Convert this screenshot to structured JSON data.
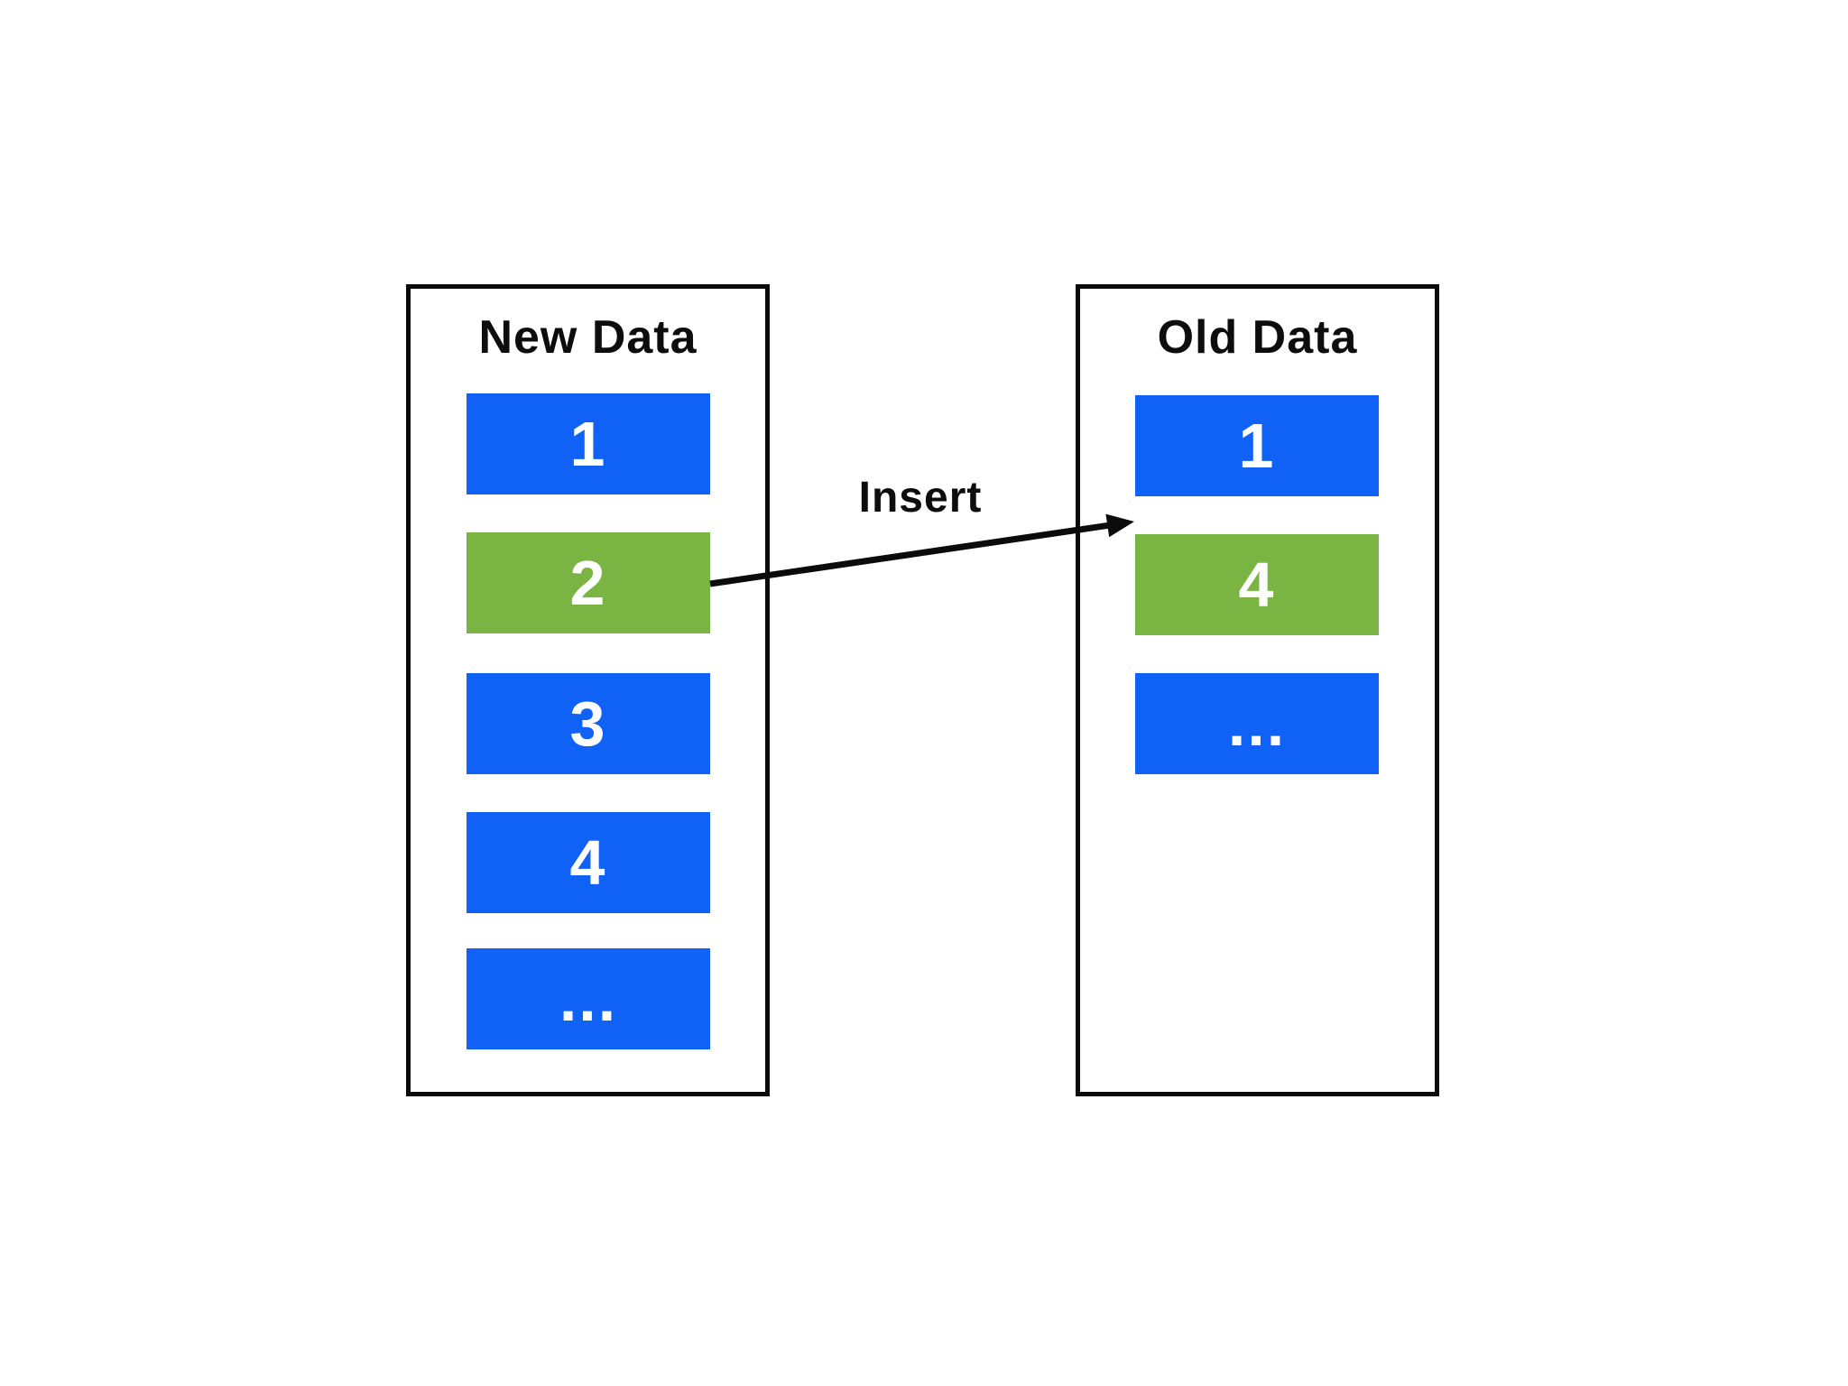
{
  "colors": {
    "blue": "#0f62f5",
    "green": "#7ab543",
    "outline": "#0b0b0b",
    "block_text": "#ffffff",
    "title_text": "#0d0d0d"
  },
  "diagram": {
    "left_panel": {
      "title": "New Data",
      "items": [
        {
          "label": "1",
          "color": "blue"
        },
        {
          "label": "2",
          "color": "green"
        },
        {
          "label": "3",
          "color": "blue"
        },
        {
          "label": "4",
          "color": "blue"
        },
        {
          "label": "...",
          "color": "blue"
        }
      ]
    },
    "right_panel": {
      "title": "Old Data",
      "items": [
        {
          "label": "1",
          "color": "blue"
        },
        {
          "label": "4",
          "color": "green"
        },
        {
          "label": "...",
          "color": "blue"
        }
      ]
    },
    "arrow": {
      "label": "Insert",
      "from": "left_panel.items.1",
      "to": "right_panel.gap_after_item_0"
    }
  }
}
